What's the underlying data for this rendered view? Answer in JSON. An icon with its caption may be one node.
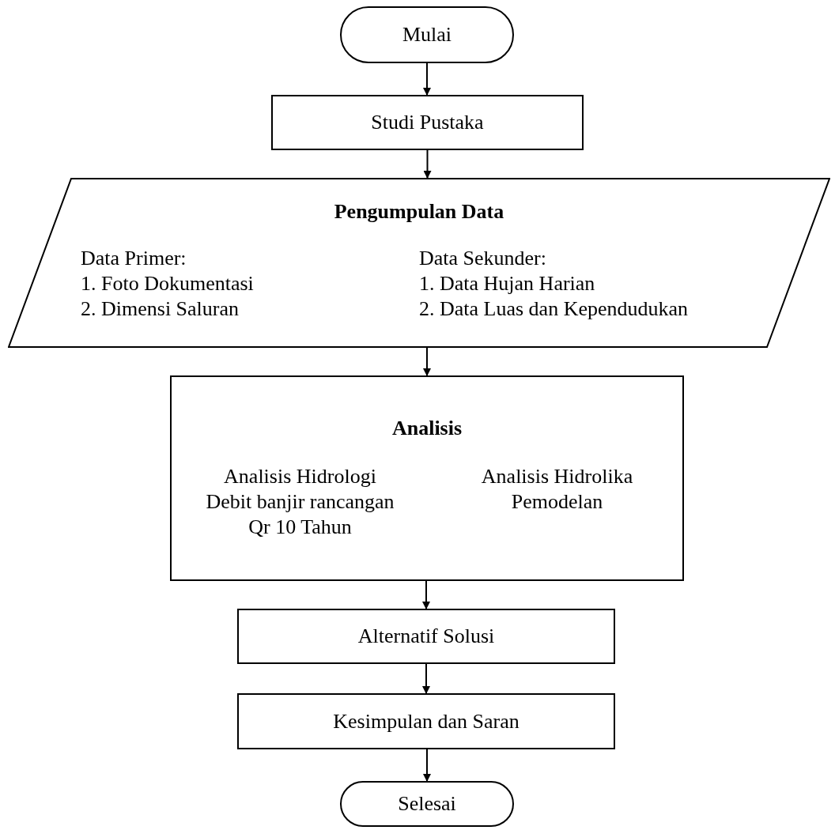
{
  "diagram": {
    "nodes": [
      {
        "text": [
          "Mulai"
        ]
      },
      {
        "text": [
          "Studi Pustaka"
        ]
      },
      {
        "text": [
          "Pengumpulan Data",
          "Data Primer:",
          "1. Foto Dokumentasi",
          "2. Dimensi Saluran",
          "Data Sekunder:",
          "1. Data Hujan Harian",
          "2. Data Luas dan Kependudukan"
        ]
      },
      {
        "text": [
          "Analisis",
          "Analisis Hidrologi",
          "Debit banjir rancangan",
          "Qr 10 Tahun",
          "Analisis Hidrolika",
          "Pemodelan"
        ]
      },
      {
        "text": [
          "Alternatif Solusi"
        ]
      },
      {
        "text": [
          "Kesimpulan dan Saran"
        ]
      },
      {
        "text": [
          "Selesai"
        ]
      }
    ],
    "edges": [
      {
        "from": 0,
        "to": 1,
        "arrow": "to"
      },
      {
        "from": 1,
        "to": 2,
        "arrow": "to"
      },
      {
        "from": 2,
        "to": 3,
        "arrow": "to"
      },
      {
        "from": 3,
        "to": 4,
        "arrow": "to"
      },
      {
        "from": 4,
        "to": 5,
        "arrow": "to"
      },
      {
        "from": 5,
        "to": 6,
        "arrow": "to"
      }
    ]
  }
}
